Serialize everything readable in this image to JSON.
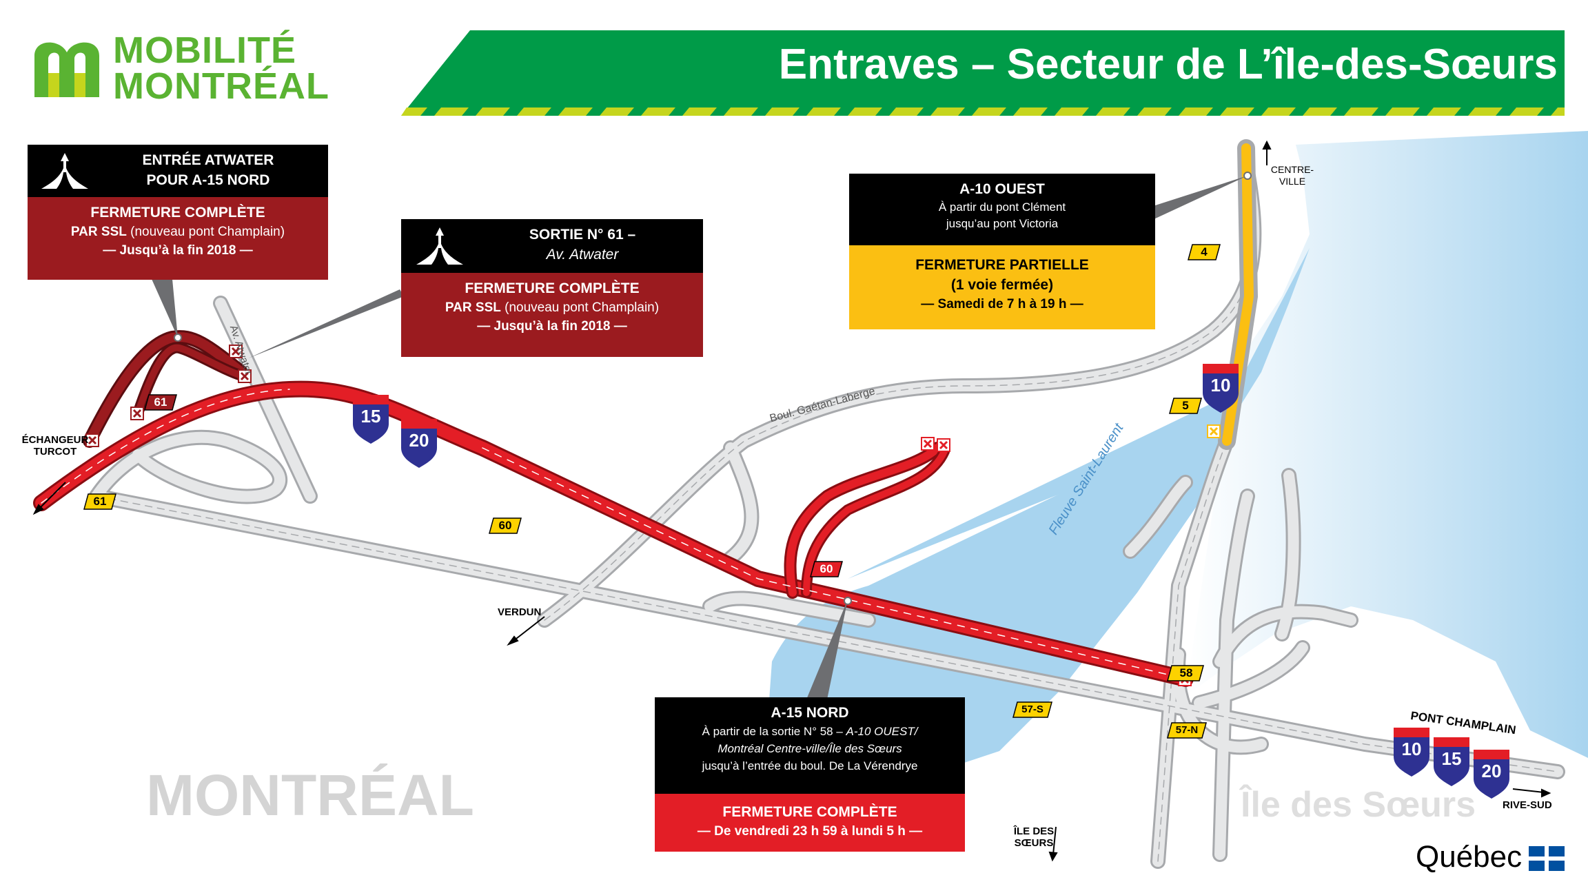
{
  "header": {
    "logo_line1": "MOBILITÉ",
    "logo_line2": "MONTRÉAL",
    "title": "Entraves – Secteur de L’île-des-Sœurs",
    "colors": {
      "green": "#009b48",
      "lime": "#c5d51d",
      "logo_green": "#5ab332"
    }
  },
  "callouts": {
    "atwater_entry": {
      "icon": "highway-merge-icon",
      "head_line1": "ENTRÉE ATWATER",
      "head_line2": "POUR A-15 NORD",
      "status": "FERMETURE COMPLÈTE",
      "detail_bold": "PAR SSL",
      "detail_rest": " (nouveau pont Champlain)",
      "period": "— Jusqu’à la fin 2018 —",
      "color": "#9b1b1f"
    },
    "exit_61": {
      "icon": "highway-exit-icon",
      "head_line1": "SORTIE N° 61 –",
      "head_line2": "Av. Atwater",
      "status": "FERMETURE COMPLÈTE",
      "detail_bold": "PAR SSL",
      "detail_rest": " (nouveau pont Champlain)",
      "period": "— Jusqu’à la fin 2018 —",
      "color": "#9b1b1f"
    },
    "a10_ouest": {
      "head_line1": "A-10 OUEST",
      "head_line2": "À partir du pont Clément",
      "head_line3": "jusqu’au pont Victoria",
      "status_line1": "FERMETURE PARTIELLE",
      "status_line2": "(1 voie fermée)",
      "period": "— Samedi de 7 h à 19 h —",
      "color": "#fbbf12"
    },
    "a15_nord": {
      "head_line1": "A-15 NORD",
      "head_line2a": "À partir de la sortie N° 58 – ",
      "head_line2b": "A-10 OUEST/",
      "head_line3": "Montréal Centre-ville/Île des Sœurs",
      "head_line4": "jusqu’à l’entrée du boul. De La Vérendrye",
      "status": "FERMETURE COMPLÈTE",
      "period": "— De vendredi 23 h 59 à lundi 5 h —",
      "color": "#e31e26"
    }
  },
  "map_labels": {
    "turcot_1": "ÉCHANGEUR",
    "turcot_2": "TURCOT",
    "av_atwater": "Av. Atwater",
    "gaetan": "Boul. Gaétan-Laberge",
    "verdun": "VERDUN",
    "centre_1": "CENTRE-",
    "centre_2": "VILLE",
    "fleuve": "Fleuve Saint-Laurent",
    "pont": "PONT CHAMPLAIN",
    "rive_sud": "RIVE-SUD",
    "ile_1": "ÎLE DES",
    "ile_2": "SŒURS",
    "montreal": "MONTRÉAL",
    "ile_des_soeurs": "Île des Sœurs",
    "quebec": "Québec"
  },
  "exit_tags": {
    "t61_top": "61",
    "t61_bottom": "61",
    "t60_left": "60",
    "t60_red": "60",
    "t4": "4",
    "t5": "5",
    "t58": "58",
    "t57s": "57-S",
    "t57n": "57-N"
  },
  "shields": {
    "s15a": "15",
    "s20a": "20",
    "s10a": "10",
    "s10b": "10",
    "s15b": "15",
    "s20b": "20"
  }
}
